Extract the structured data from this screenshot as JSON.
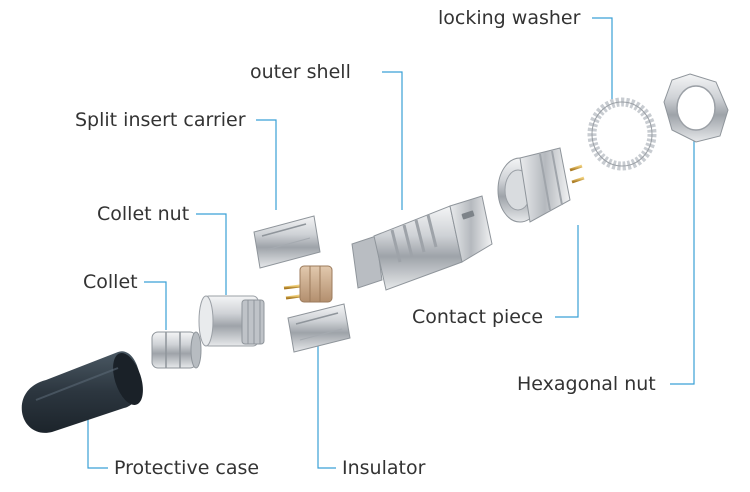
{
  "labels": {
    "locking_washer": "locking washer",
    "outer_shell": "outer shell",
    "split_insert_carrier": "Split insert carrier",
    "collet_nut": "Collet nut",
    "collet": "Collet",
    "contact_piece": "Contact piece",
    "hexagonal_nut": "Hexagonal nut",
    "protective_case": "Protective case",
    "insulator": "Insulator"
  },
  "colors": {
    "leader_line": "#3aa0d6",
    "label_text": "#333333",
    "metal": "#c9ccd0",
    "rubber_case": "#2f3a44",
    "insulator_body": "#c9a98a",
    "contact_pin": "#c8962e"
  }
}
